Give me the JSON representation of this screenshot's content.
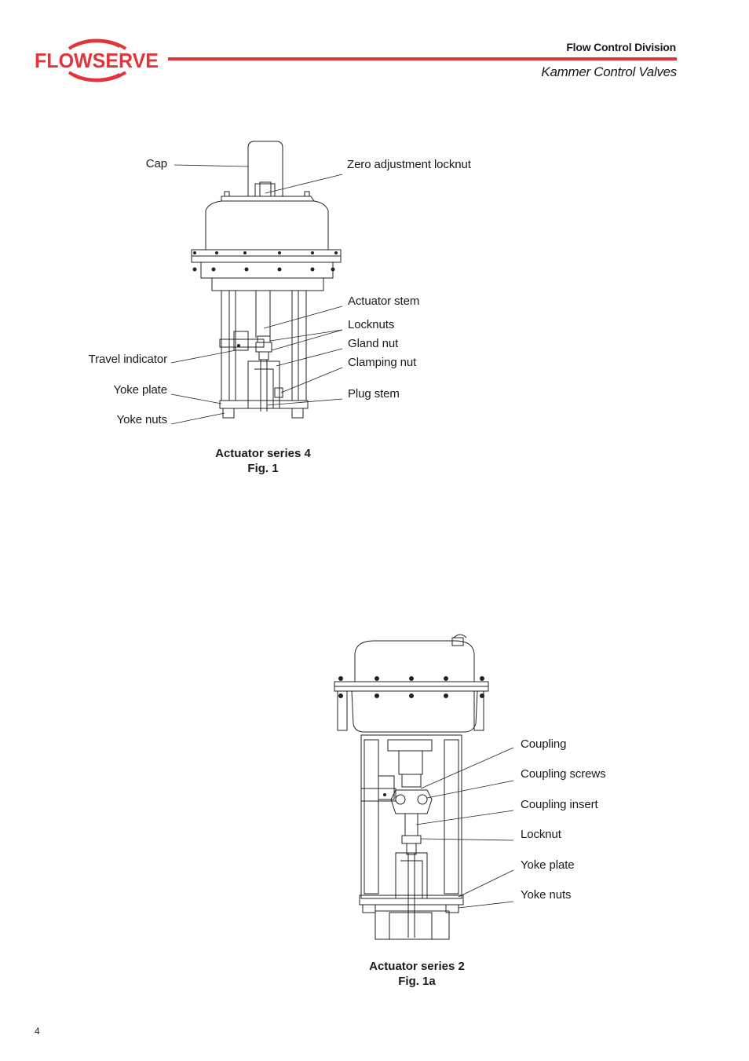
{
  "header": {
    "logo_text": "FLOWSERVE",
    "division": "Flow Control Division",
    "subtitle": "Kammer Control Valves",
    "brand_color": "#e2343b"
  },
  "figure1": {
    "labels": {
      "cap": "Cap",
      "zero_adjustment_locknut": "Zero adjustment locknut",
      "actuator_stem": "Actuator stem",
      "locknuts": "Locknuts",
      "gland_nut": "Gland nut",
      "clamping_nut": "Clamping nut",
      "travel_indicator": "Travel indicator",
      "yoke_plate": "Yoke plate",
      "plug_stem": "Plug stem",
      "yoke_nuts": "Yoke nuts"
    },
    "caption_title": "Actuator series 4",
    "caption_fig": "Fig. 1"
  },
  "figure2": {
    "labels": {
      "coupling": "Coupling",
      "coupling_screws": "Coupling screws",
      "coupling_insert": "Coupling insert",
      "locknut": "Locknut",
      "yoke_plate": "Yoke plate",
      "yoke_nuts": "Yoke nuts"
    },
    "caption_title": "Actuator series 2",
    "caption_fig": "Fig. 1a"
  },
  "footer": {
    "page_number": "4"
  }
}
